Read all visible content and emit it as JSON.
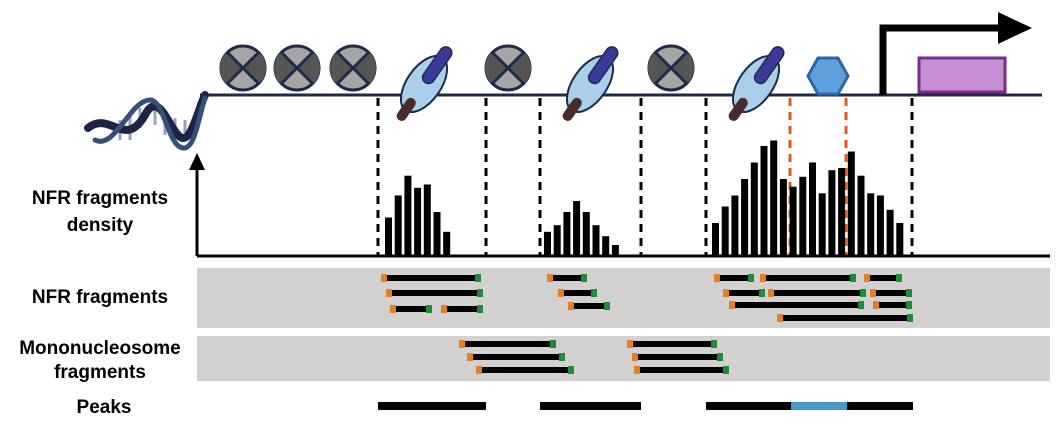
{
  "labels": {
    "density_line1": "NFR fragments",
    "density_line2": "density",
    "nfr_fragments": "NFR fragments",
    "mono_line1": "Mononucleosome",
    "mono_line2": "fragments",
    "peaks": "Peaks"
  },
  "colors": {
    "dna_line": "#1f2a4a",
    "nucleosome_fill": "#a6a6a6",
    "nucleosome_stroke": "#1f2a4a",
    "tn5_fill": "#a9cfe9",
    "tn5_rod": "#3b3a9b",
    "tn5_handle": "#4a2a2a",
    "tf_fill": "#5ea1dd",
    "tf_stroke": "#2e64a8",
    "gene_box_fill": "#c88fd4",
    "gene_box_stroke": "#7a2a8a",
    "track_bg": "#d3d1cf",
    "fragment": "#000000",
    "end_left": "#e67e22",
    "end_right": "#1e8b3a",
    "tf_boundary": "#e05a1a",
    "peak": "#000000",
    "peak_highlight": "#4a9ac9"
  },
  "icons": {
    "dna": "dna-helix-icon",
    "nucleosome": "nucleosome-icon",
    "tn5": "tn5-transposase-icon",
    "tf": "transcription-factor-icon",
    "tss": "tss-arrow-icon",
    "gene": "gene-box-icon"
  },
  "nfr_regions": [
    {
      "name": "region-1",
      "density": [
        0.35,
        0.55,
        0.73,
        0.62,
        0.65,
        0.4,
        0.22
      ]
    },
    {
      "name": "region-2",
      "density": [
        0.22,
        0.28,
        0.4,
        0.5,
        0.4,
        0.28,
        0.18,
        0.1
      ]
    },
    {
      "name": "region-3",
      "density": [
        0.3,
        0.45,
        0.55,
        0.7,
        0.85,
        1.0,
        1.05,
        0.7,
        0.63,
        0.72,
        0.85,
        0.57,
        0.78,
        0.8,
        0.95,
        0.73,
        0.57,
        0.55,
        0.42,
        0.3
      ]
    }
  ]
}
